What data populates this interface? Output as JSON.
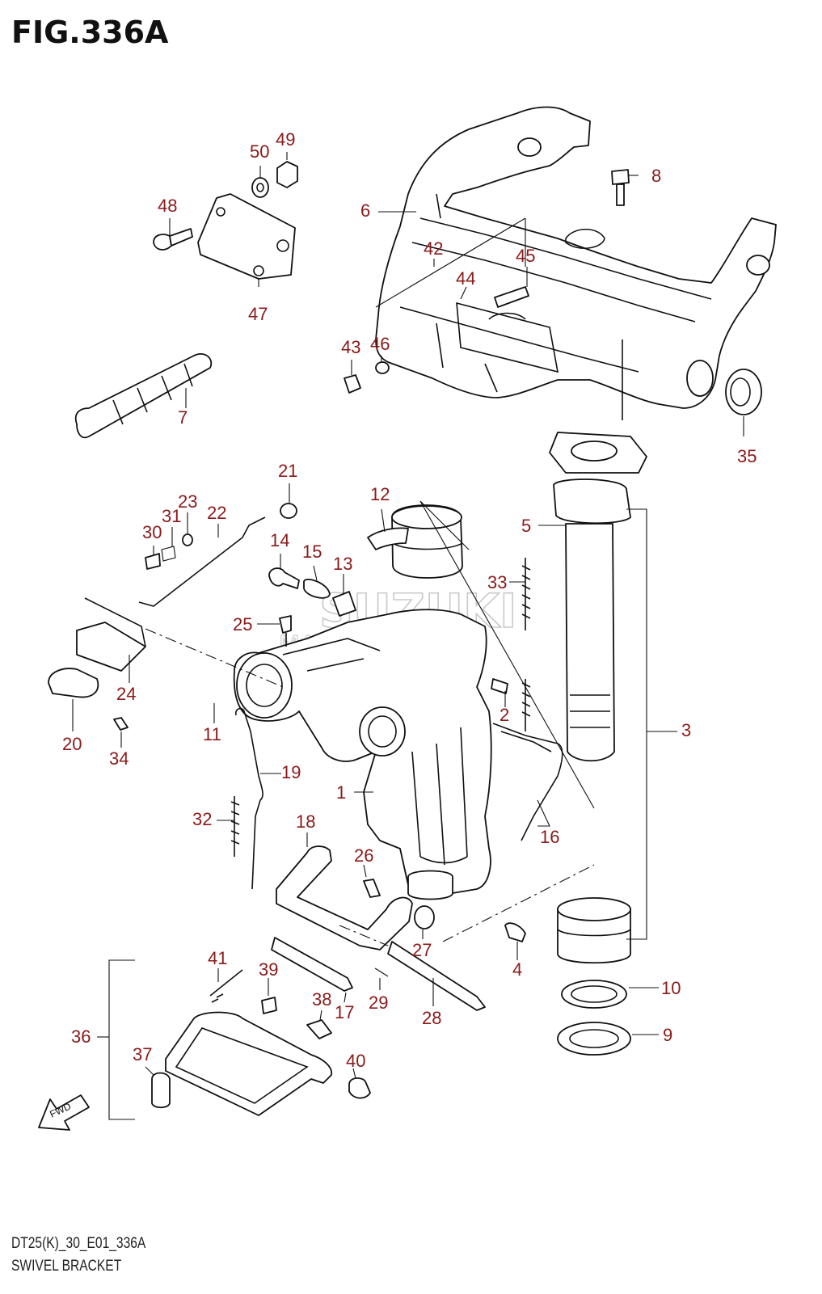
{
  "figure": {
    "title": "FIG.336A",
    "footer_code": "DT25(K)_30_E01_336A",
    "footer_name": "SWIVEL BRACKET"
  },
  "watermark": {
    "brand": "SUZUKI",
    "sub": "MARINE PARTS"
  },
  "fwd_label": "FWD",
  "callouts": [
    "1",
    "2",
    "3",
    "4",
    "5",
    "6",
    "7",
    "8",
    "9",
    "10",
    "11",
    "12",
    "13",
    "14",
    "15",
    "16",
    "17",
    "18",
    "19",
    "20",
    "21",
    "22",
    "23",
    "24",
    "25",
    "26",
    "27",
    "28",
    "29",
    "30",
    "31",
    "32",
    "33",
    "34",
    "35",
    "36",
    "37",
    "38",
    "39",
    "40",
    "41",
    "42",
    "43",
    "44",
    "45",
    "46",
    "47",
    "48",
    "49",
    "50"
  ],
  "colors": {
    "callout_text": "#8b1a1a",
    "line_art": "#111111",
    "watermark": "#c9c9c9"
  }
}
